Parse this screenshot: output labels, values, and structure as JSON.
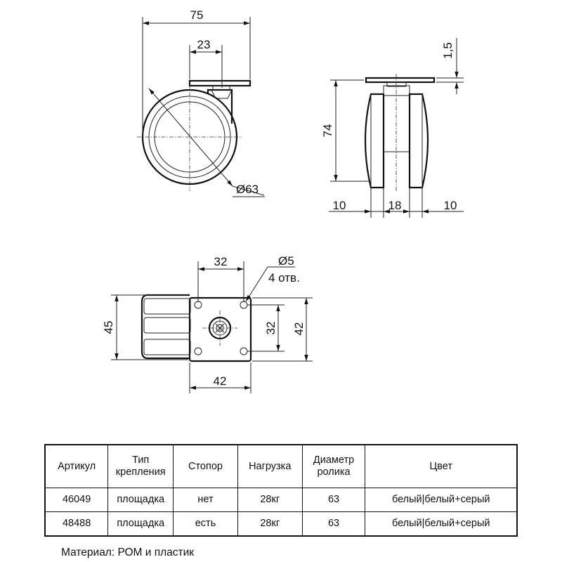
{
  "drawing": {
    "dims": {
      "overall_width": "75",
      "plate_offset": "23",
      "wheel_diameter": "Ø63",
      "plate_thickness": "1,5",
      "overall_height": "74",
      "wheel_width_left": "10",
      "gap_width": "18",
      "wheel_width_right": "10",
      "hole_spacing_x": "32",
      "hole_diameter": "Ø5",
      "hole_count": "4 отв.",
      "total_depth": "45",
      "hole_spacing_y": "32",
      "plate_height": "42",
      "plate_width": "42"
    }
  },
  "table": {
    "headers": [
      {
        "lines": [
          "Артикул"
        ]
      },
      {
        "lines": [
          "Тип",
          "крепления"
        ]
      },
      {
        "lines": [
          "Стопор"
        ]
      },
      {
        "lines": [
          "Нагрузка"
        ]
      },
      {
        "lines": [
          "Диаметр",
          "ролика"
        ]
      },
      {
        "lines": [
          "Цвет"
        ]
      }
    ],
    "rows": [
      [
        "46049",
        "площадка",
        "нет",
        "28кг",
        "63",
        "белый|белый+серый"
      ],
      [
        "48488",
        "площадка",
        "есть",
        "28кг",
        "63",
        "белый|белый+серый"
      ]
    ]
  },
  "material": "Материал: РОМ и пластик"
}
